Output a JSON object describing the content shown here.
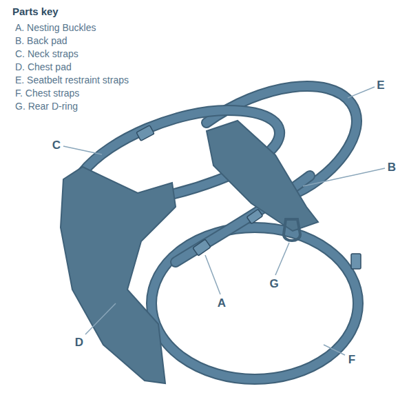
{
  "diagram": {
    "title": "Parts key",
    "labels": [
      "A. Nesting Buckles",
      "B. Back pad",
      "C. Neck straps",
      "D. Chest pad",
      "E. Seatbelt restraint straps",
      "F. Chest straps",
      "G. Rear D-ring",
      "C",
      "E",
      "B",
      "A",
      "G",
      "D",
      "F"
    ]
  }
}
